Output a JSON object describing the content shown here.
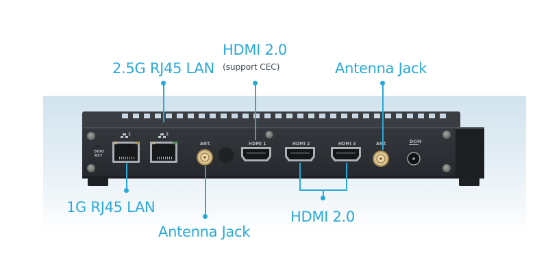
{
  "colors": {
    "accent": "#29a9d6",
    "device_body": "#2b2e33",
    "background_gradient_top": "#d3e4ef",
    "background_gradient_bottom": "#ffffff"
  },
  "callouts": {
    "lan_2_5g": "2.5G RJ45 LAN",
    "hdmi_top": "HDMI 2.0",
    "hdmi_top_note": "(support CEC)",
    "antenna_top": "Antenna Jack",
    "lan_1g": "1G RJ45 LAN",
    "antenna_bottom": "Antenna Jack",
    "hdmi_bottom": "HDMI 2.0"
  },
  "device_labels": {
    "reset": [
      "DDIO",
      "RST"
    ],
    "lan1_icon": "network-icon",
    "lan1_num": "1",
    "lan2_icon": "network-icon",
    "lan2_num": "2",
    "ant_left": "ANT.",
    "hdmi1": "HDMI 1",
    "hdmi2": "HDMI 2",
    "hdmi3": "HDMI 3",
    "ant_right": "ANT.",
    "dc_in": "DCIN"
  }
}
